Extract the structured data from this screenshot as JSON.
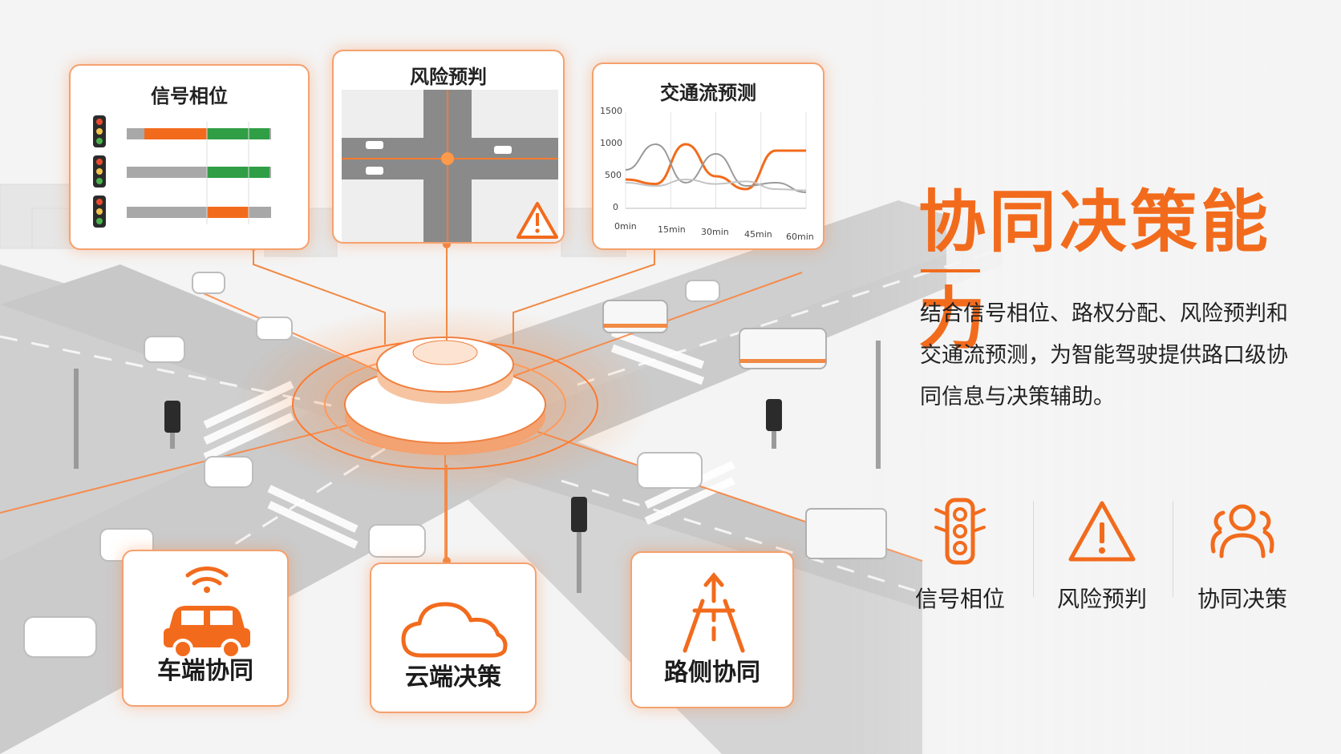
{
  "heading": "协同决策能力",
  "description": "结合信号相位、路权分配、风险预判和交通流预测，为智能驾驶提供路口级协同信息与决策辅助。",
  "top_cards": {
    "signal_phase": {
      "title": "信号相位"
    },
    "risk": {
      "title": "风险预判"
    },
    "flow": {
      "title": "交通流预测",
      "y_ticks": [
        "1500",
        "1000",
        "500",
        "0"
      ],
      "x_ticks": [
        "0min",
        "15min",
        "30min",
        "45min",
        "60min"
      ]
    }
  },
  "bottom_cards": [
    {
      "label": "车端协同",
      "icon": "car-wifi-icon"
    },
    {
      "label": "云端决策",
      "icon": "cloud-icon"
    },
    {
      "label": "路侧协同",
      "icon": "road-icon"
    }
  ],
  "features": [
    {
      "label": "信号相位",
      "icon": "traffic-light-icon"
    },
    {
      "label": "风险预判",
      "icon": "warning-icon"
    },
    {
      "label": "协同决策",
      "icon": "users-icon"
    }
  ],
  "colors": {
    "accent": "#f26b1d",
    "green": "#2f9e45",
    "gray": "#9a9a9a"
  },
  "chart_data": {
    "type": "line",
    "title": "交通流预测",
    "x": [
      "0min",
      "15min",
      "30min",
      "45min",
      "60min"
    ],
    "ylim": [
      0,
      1500
    ],
    "series": [
      {
        "values": [
          450,
          380,
          1000,
          500,
          300,
          900,
          900
        ]
      },
      {
        "values": [
          600,
          1000,
          400,
          850,
          350,
          400,
          250
        ]
      },
      {
        "values": [
          400,
          350,
          450,
          380,
          420,
          300,
          280
        ]
      }
    ]
  }
}
